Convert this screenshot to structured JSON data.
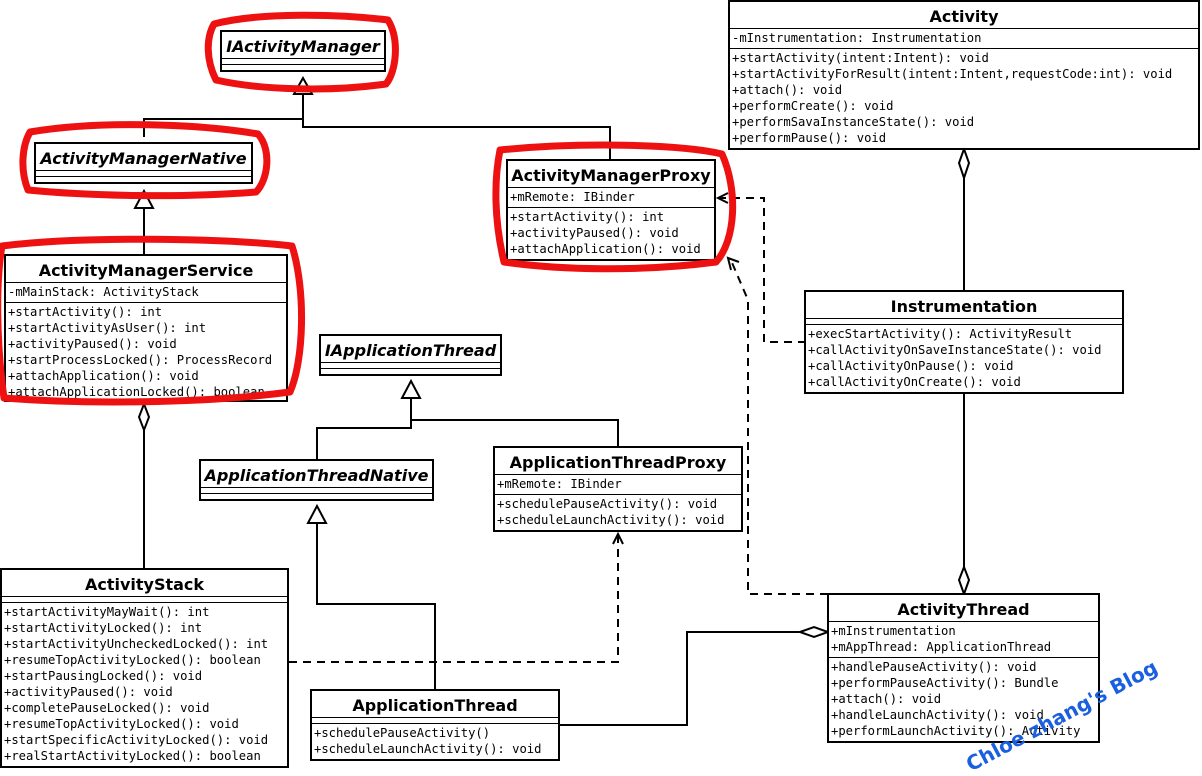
{
  "classes": {
    "iam": {
      "name": "IActivityManager",
      "abstract": true,
      "attrs": [],
      "ops": []
    },
    "amn": {
      "name": "ActivityManagerNative",
      "abstract": true,
      "attrs": [],
      "ops": []
    },
    "ams": {
      "name": "ActivityManagerService",
      "abstract": false,
      "attrs": [
        "-mMainStack: ActivityStack"
      ],
      "ops": [
        "+startActivity(): int",
        "+startActivityAsUser(): int",
        "+activityPaused(): void",
        "+startProcessLocked(): ProcessRecord",
        "+attachApplication(): void",
        "+attachApplicationLocked(): boolean"
      ]
    },
    "amp": {
      "name": "ActivityManagerProxy",
      "abstract": false,
      "attrs": [
        "+mRemote: IBinder"
      ],
      "ops": [
        "+startActivity(): int",
        "+activityPaused(): void",
        "+attachApplication(): void"
      ]
    },
    "act": {
      "name": "Activity",
      "abstract": false,
      "attrs": [
        "-mInstrumentation: Instrumentation"
      ],
      "ops": [
        "+startActivity(intent:Intent): void",
        "+startActivityForResult(intent:Intent,requestCode:int): void",
        "+attach(): void",
        "+performCreate(): void",
        "+performSavaInstanceState(): void",
        "+performPause(): void"
      ]
    },
    "inst": {
      "name": "Instrumentation",
      "abstract": false,
      "attrs": [],
      "ops": [
        "+execStartActivity(): ActivityResult",
        "+callActivityOnSaveInstanceState(): void",
        "+callActivityOnPause(): void",
        "+callActivityOnCreate(): void"
      ]
    },
    "iat": {
      "name": "IApplicationThread",
      "abstract": true,
      "attrs": [],
      "ops": []
    },
    "atn": {
      "name": "ApplicationThreadNative",
      "abstract": true,
      "attrs": [],
      "ops": []
    },
    "atp": {
      "name": "ApplicationThreadProxy",
      "abstract": false,
      "attrs": [
        "+mRemote: IBinder"
      ],
      "ops": [
        "+schedulePauseActivity(): void",
        "+scheduleLaunchActivity(): void"
      ]
    },
    "as": {
      "name": "ActivityStack",
      "abstract": false,
      "attrs": [],
      "ops": [
        "+startActivityMayWait(): int",
        "+startActivityLocked(): int",
        "+startActivityUncheckedLocked(): int",
        "+resumeTopActivityLocked(): boolean",
        "+startPausingLocked(): void",
        "+activityPaused(): void",
        "+completePauseLocked(): void",
        "+resumeTopActivityLocked(): void",
        "+startSpecificActivityLocked(): void",
        "+realStartActivityLocked(): boolean"
      ]
    },
    "at": {
      "name": "ApplicationThread",
      "abstract": false,
      "attrs": [],
      "ops": [
        "+schedulePauseActivity()",
        "+scheduleLaunchActivity(): void"
      ]
    },
    "athr": {
      "name": "ActivityThread",
      "abstract": false,
      "attrs": [
        "+mInstrumentation",
        "+mAppThread: ApplicationThread"
      ],
      "ops": [
        "+handlePauseActivity(): void",
        "+performPauseActivity(): Bundle",
        "+attach(): void",
        "+handleLaunchActivity(): void",
        "+performLaunchActivity(): Activity"
      ]
    }
  },
  "watermark": "Chloe zhang's Blog",
  "colors": {
    "highlight": "#ee1111",
    "watermark": "#1a5fe0",
    "line": "#000000"
  }
}
